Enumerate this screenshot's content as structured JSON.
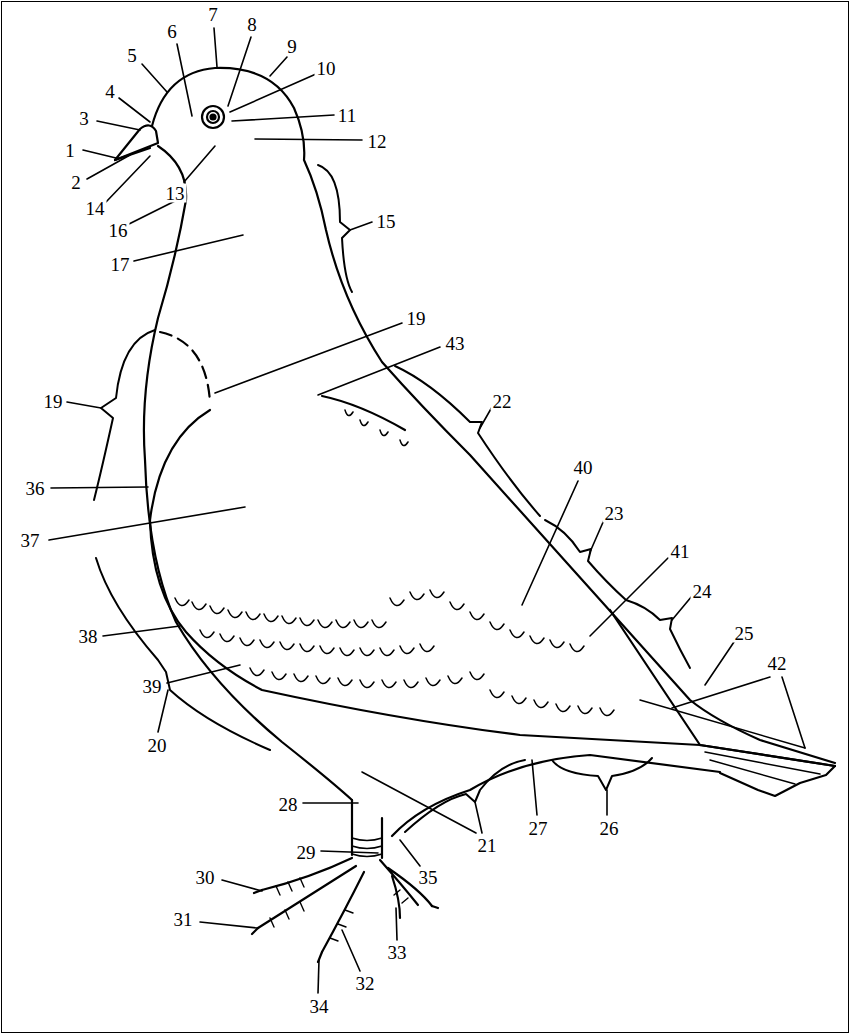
{
  "diagram": {
    "labels": [
      "1",
      "2",
      "3",
      "4",
      "5",
      "6",
      "7",
      "8",
      "9",
      "10",
      "11",
      "12",
      "13",
      "14",
      "15",
      "16",
      "17",
      "19",
      "19",
      "20",
      "21",
      "22",
      "23",
      "24",
      "25",
      "26",
      "27",
      "28",
      "29",
      "30",
      "31",
      "32",
      "33",
      "34",
      "35",
      "36",
      "37",
      "38",
      "39",
      "40",
      "41",
      "42",
      "43"
    ]
  }
}
